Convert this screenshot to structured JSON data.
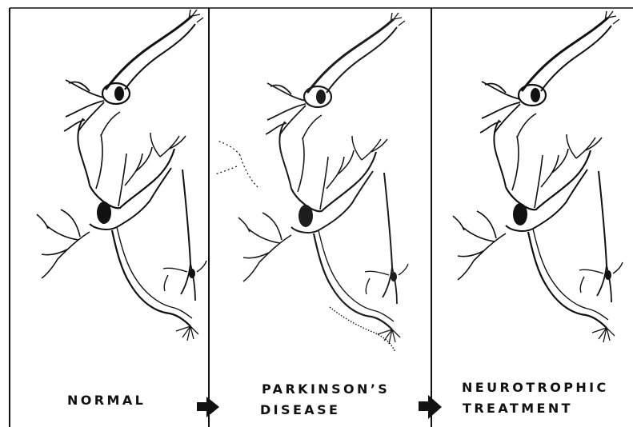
{
  "panels": [
    {
      "label_lines": [
        "NORMAL"
      ]
    },
    {
      "label_lines": [
        "PARKINSON’S",
        "DISEASE"
      ]
    },
    {
      "label_lines": [
        "NEUROTROPHIC",
        "TREATMENT"
      ]
    }
  ],
  "colors": {
    "ink": "#111111",
    "background": "#ffffff"
  }
}
